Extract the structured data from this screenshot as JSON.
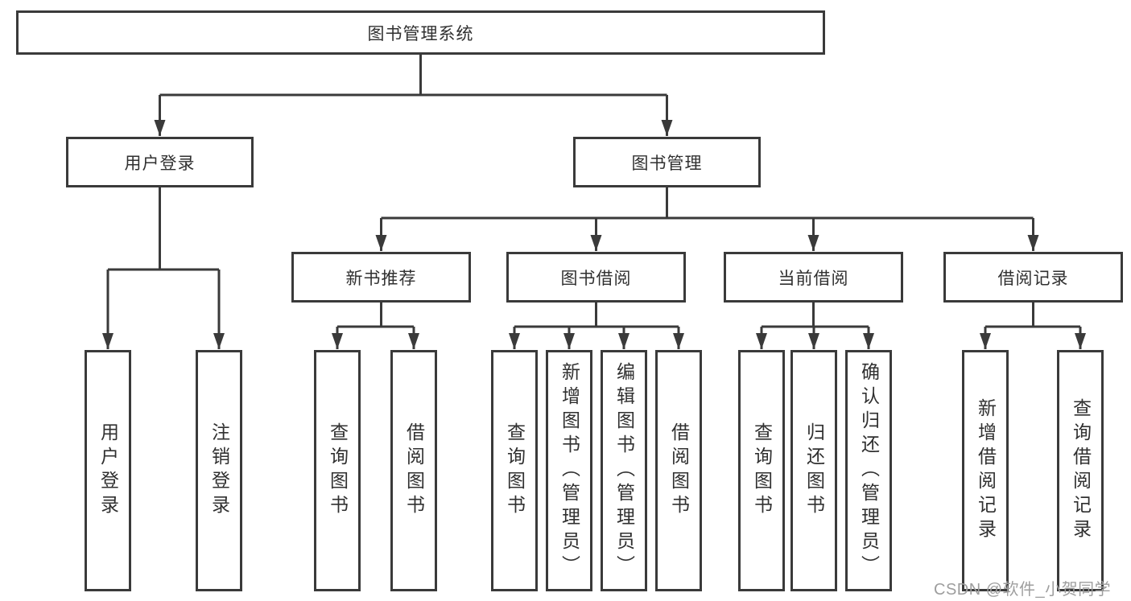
{
  "colors": {
    "line": "#3a3a3a",
    "text": "#303030",
    "box_background": "#ffffff",
    "watermark": "#9e9e9e"
  },
  "watermark": "CSDN @软件_小贺同学",
  "nodes": {
    "root": "图书管理系统",
    "user_login": "用户登录",
    "book_mgmt": "图书管理",
    "new_book_rec": "新书推荐",
    "book_borrow": "图书借阅",
    "current_borrow": "当前借阅",
    "borrow_record": "借阅记录",
    "ul_user_login": "用户登录",
    "ul_logout": "注销登录",
    "nb_query_book": "查询图书",
    "nb_borrow_book": "借阅图书",
    "bb_query_book": "查询图书",
    "bb_add_book": "新增图书（管理员）",
    "bb_edit_book": "编辑图书（管理员）",
    "bb_borrow_book": "借阅图书",
    "cb_query_book": "查询图书",
    "cb_return_book": "归还图书",
    "cb_confirm_return": "确认归还（管理员）",
    "br_add_record": "新增借阅记录",
    "br_query_record": "查询借阅记录"
  },
  "hierarchy": {
    "图书管理系统": {
      "用户登录": [
        "用户登录",
        "注销登录"
      ],
      "图书管理": {
        "新书推荐": [
          "查询图书",
          "借阅图书"
        ],
        "图书借阅": [
          "查询图书",
          "新增图书（管理员）",
          "编辑图书（管理员）",
          "借阅图书"
        ],
        "当前借阅": [
          "查询图书",
          "归还图书",
          "确认归还（管理员）"
        ],
        "借阅记录": [
          "新增借阅记录",
          "查询借阅记录"
        ]
      }
    }
  }
}
